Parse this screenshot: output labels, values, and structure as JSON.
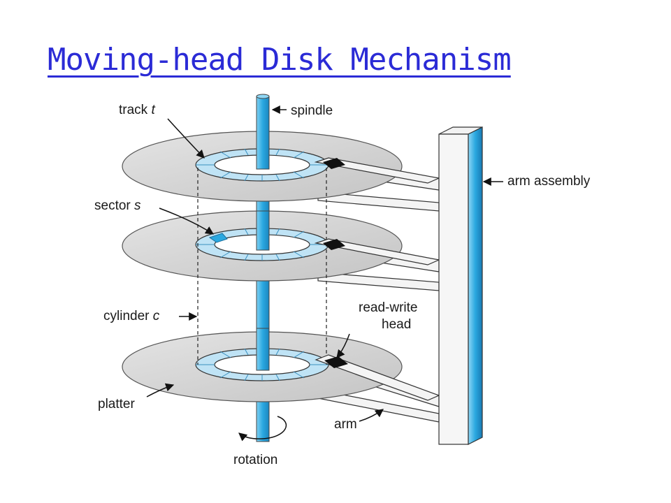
{
  "title": "Moving-head Disk Mechanism",
  "colors": {
    "title": "#2b2bd6",
    "accent": "#2aa8e0",
    "platter": "#cfcfcf",
    "track": "#bfe3f5",
    "head": "#111111"
  },
  "labels": {
    "track_text": "track",
    "track_var": "t",
    "spindle": "spindle",
    "arm_assembly": "arm assembly",
    "sector_text": "sector",
    "sector_var": "s",
    "cylinder_text": "cylinder",
    "cylinder_var": "c",
    "rw_head_line1": "read-write",
    "rw_head_line2": "head",
    "platter": "platter",
    "arm": "arm",
    "rotation": "rotation"
  }
}
